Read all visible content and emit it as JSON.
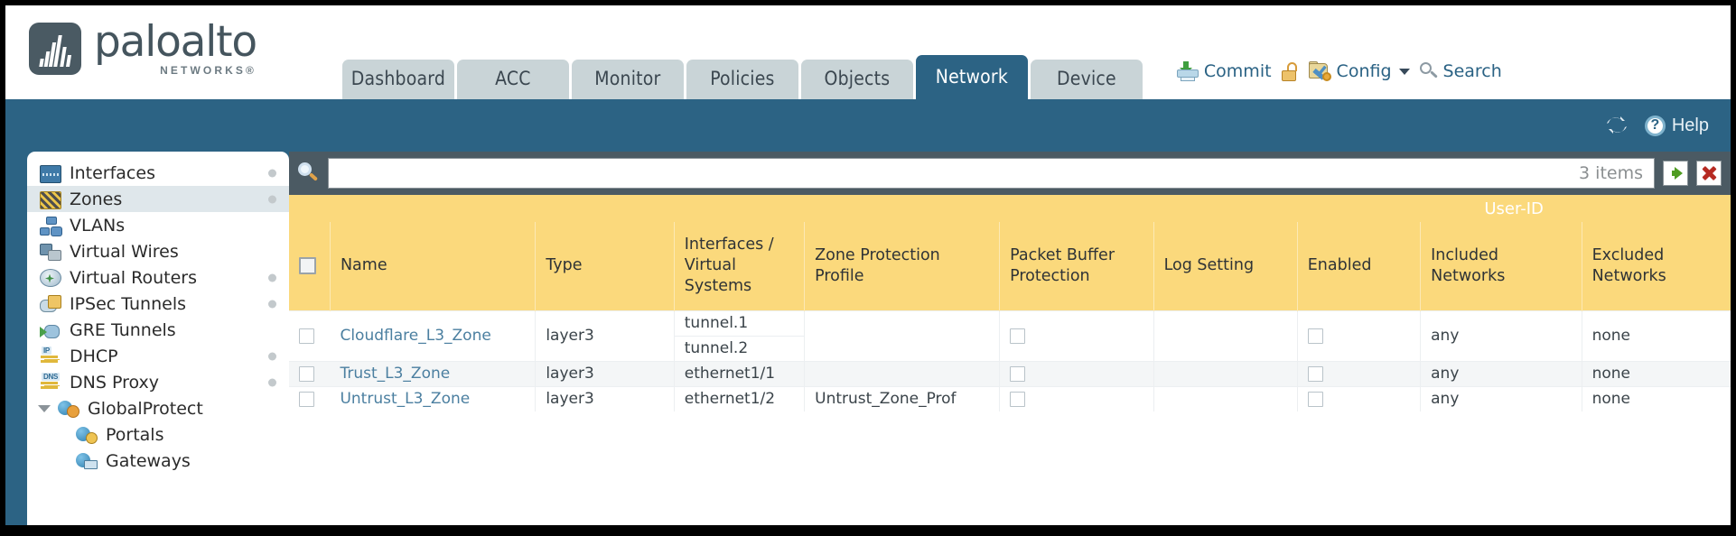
{
  "brand": {
    "name": "paloalto",
    "tagline": "NETWORKS®"
  },
  "nav": {
    "tabs": [
      {
        "label": "Dashboard",
        "active": false
      },
      {
        "label": "ACC",
        "active": false
      },
      {
        "label": "Monitor",
        "active": false
      },
      {
        "label": "Policies",
        "active": false
      },
      {
        "label": "Objects",
        "active": false
      },
      {
        "label": "Network",
        "active": true
      },
      {
        "label": "Device",
        "active": false
      }
    ]
  },
  "header_actions": {
    "commit_label": "Commit",
    "config_label": "Config",
    "search_label": "Search"
  },
  "subbar": {
    "help_label": "Help",
    "help_glyph": "?"
  },
  "sidebar": {
    "items": [
      {
        "label": "Interfaces",
        "icon": "interfaces-icon",
        "selected": false,
        "dot": true,
        "indent": false,
        "caret": false
      },
      {
        "label": "Zones",
        "icon": "zones-icon",
        "selected": true,
        "dot": true,
        "indent": false,
        "caret": false
      },
      {
        "label": "VLANs",
        "icon": "vlans-icon",
        "selected": false,
        "dot": false,
        "indent": false,
        "caret": false
      },
      {
        "label": "Virtual Wires",
        "icon": "virtual-wires-icon",
        "selected": false,
        "dot": false,
        "indent": false,
        "caret": false
      },
      {
        "label": "Virtual Routers",
        "icon": "virtual-routers-icon",
        "selected": false,
        "dot": true,
        "indent": false,
        "caret": false
      },
      {
        "label": "IPSec Tunnels",
        "icon": "ipsec-tunnels-icon",
        "selected": false,
        "dot": true,
        "indent": false,
        "caret": false
      },
      {
        "label": "GRE Tunnels",
        "icon": "gre-tunnels-icon",
        "selected": false,
        "dot": false,
        "indent": false,
        "caret": false
      },
      {
        "label": "DHCP",
        "icon": "dhcp-icon",
        "selected": false,
        "dot": true,
        "indent": false,
        "caret": false
      },
      {
        "label": "DNS Proxy",
        "icon": "dns-proxy-icon",
        "selected": false,
        "dot": true,
        "indent": false,
        "caret": false
      },
      {
        "label": "GlobalProtect",
        "icon": "globalprotect-icon",
        "selected": false,
        "dot": false,
        "indent": false,
        "caret": true
      },
      {
        "label": "Portals",
        "icon": "portals-icon",
        "selected": false,
        "dot": false,
        "indent": true,
        "caret": false
      },
      {
        "label": "Gateways",
        "icon": "gateways-icon",
        "selected": false,
        "dot": false,
        "indent": true,
        "caret": false
      }
    ]
  },
  "filterbar": {
    "search_value": "",
    "search_placeholder": "",
    "items_count": "3 items",
    "apply_title": "Apply Filter",
    "clear_title": "Clear Filter"
  },
  "table": {
    "group_header": {
      "userid": "User-ID"
    },
    "columns": [
      "Name",
      "Type",
      "Interfaces / Virtual Systems",
      "Zone Protection Profile",
      "Packet Buffer Protection",
      "Log Setting",
      "Enabled",
      "Included Networks",
      "Excluded Networks"
    ],
    "rows": [
      {
        "selected": false,
        "name": "Cloudflare_L3_Zone",
        "type": "layer3",
        "interfaces": [
          "tunnel.1",
          "tunnel.2"
        ],
        "zone_protection_profile": "",
        "packet_buffer_protection": false,
        "log_setting": "",
        "userid_enabled": false,
        "included_networks": "any",
        "excluded_networks": "none"
      },
      {
        "selected": false,
        "name": "Trust_L3_Zone",
        "type": "layer3",
        "interfaces": [
          "ethernet1/1"
        ],
        "zone_protection_profile": "",
        "packet_buffer_protection": false,
        "log_setting": "",
        "userid_enabled": false,
        "included_networks": "any",
        "excluded_networks": "none"
      },
      {
        "selected": false,
        "name": "Untrust_L3_Zone",
        "type": "layer3",
        "interfaces": [
          "ethernet1/2"
        ],
        "zone_protection_profile": "Untrust_Zone_Prof",
        "packet_buffer_protection": false,
        "log_setting": "",
        "userid_enabled": false,
        "included_networks": "any",
        "excluded_networks": "none"
      }
    ]
  },
  "colors": {
    "brand_blue": "#2c6384",
    "tab_inactive": "#c9d4d7",
    "table_header": "#fbd97c",
    "group_header": "#e6bb4f",
    "link": "#4b7fa0",
    "panel_dark": "#4b5a63"
  }
}
